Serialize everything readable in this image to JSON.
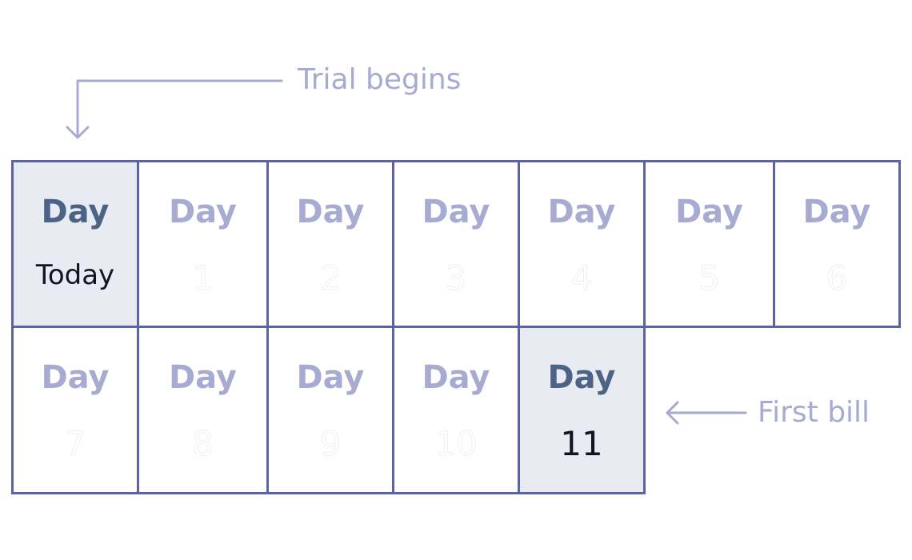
{
  "annotations": {
    "trial_begins": "Trial begins",
    "first_bill": "First bill"
  },
  "colors": {
    "border": "#5c63a5",
    "muted_text": "#a7aad1",
    "highlight_bg": "#e8ebf1",
    "highlight_word": "#4c6386",
    "highlight_num": "#101424"
  },
  "days": [
    {
      "word": "Day",
      "value": "Today",
      "highlight": true
    },
    {
      "word": "Day",
      "value": "1"
    },
    {
      "word": "Day",
      "value": "2"
    },
    {
      "word": "Day",
      "value": "3"
    },
    {
      "word": "Day",
      "value": "4"
    },
    {
      "word": "Day",
      "value": "5"
    },
    {
      "word": "Day",
      "value": "6"
    },
    {
      "word": "Day",
      "value": "7"
    },
    {
      "word": "Day",
      "value": "8"
    },
    {
      "word": "Day",
      "value": "9"
    },
    {
      "word": "Day",
      "value": "10"
    },
    {
      "word": "Day",
      "value": "11",
      "highlight": true
    }
  ]
}
